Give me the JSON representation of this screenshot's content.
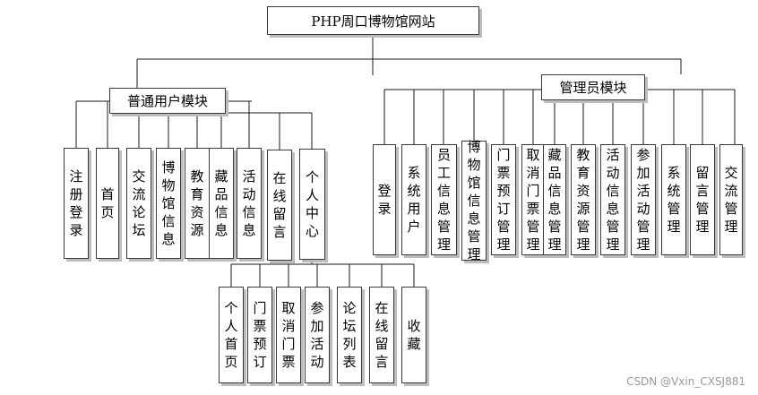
{
  "root": "PHP周口博物馆网站",
  "user_module": {
    "title": "普通用户模块",
    "items": [
      "注册登录",
      "首页",
      "交流论坛",
      "博物馆信息",
      "教育资源",
      "藏品信息",
      "活动信息",
      "在线留言",
      "个人中心"
    ],
    "personal_center": [
      "个人首页",
      "门票预订",
      "取消门票",
      "参加活动",
      "论坛列表",
      "在线留言",
      "收藏"
    ]
  },
  "admin_module": {
    "title": "管理员模块",
    "items": [
      "登录",
      "系统用户",
      "员工信息管理",
      "博物馆信息管理",
      "门票预订管理",
      "取消门票管理",
      "藏品信息管理",
      "教育资源管理",
      "活动信息管理",
      "参加活动管理",
      "系统管理",
      "留言管理",
      "交流管理"
    ]
  },
  "watermark": "CSDN @Vxin_CXSJ881"
}
